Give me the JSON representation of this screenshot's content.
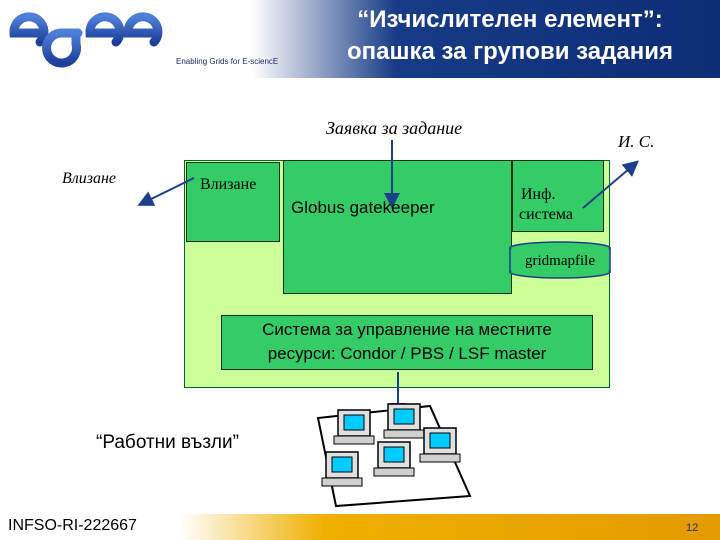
{
  "header": {
    "logo_text": "egee",
    "tagline": "Enabling Grids for E-sciencE",
    "title_line1": "“Изчислителен елемент”:",
    "title_line2": "опашка за групови задания",
    "band_color": "#173b86"
  },
  "diagram": {
    "job_request": "Заявка за задание",
    "info_system_abbr": "И. С.",
    "login_outside": "Влизане",
    "login_box": "Влизане",
    "gatekeeper": "Globus gatekeeper",
    "info_system_line1": "Инф.",
    "info_system_line2": "система",
    "gridmapfile": "gridmapfile",
    "lrms_line1": "Система за управление на местните",
    "lrms_line2": "ресурси: Condor / PBS / LSF master",
    "worker_nodes": "“Работни възли”",
    "site_color": "#ccff99",
    "box_color": "#33cc66"
  },
  "footer": {
    "project_id": "INFSO-RI-222667",
    "page_number": "12",
    "band_color": "#f0b000"
  }
}
